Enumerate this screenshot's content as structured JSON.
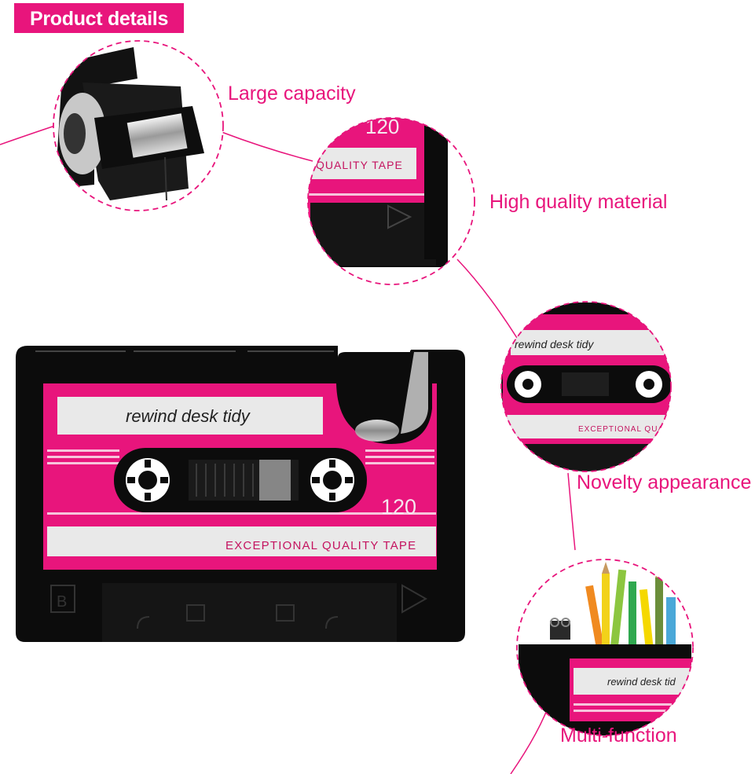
{
  "header": {
    "title": "Product details"
  },
  "features": [
    {
      "label": "Large capacity"
    },
    {
      "label": "High quality material"
    },
    {
      "label": "Novelty appearance"
    },
    {
      "label": "Multi-function"
    }
  ],
  "product": {
    "name_label": "rewind desk tidy",
    "tape_number": "120",
    "tape_text": "EXCEPTIONAL QUALITY TAPE",
    "side_mark": "B"
  },
  "zoom_views": {
    "capacity": {
      "icon": "tape-roll-closeup"
    },
    "material": {
      "tape_number": "120",
      "tape_text": "QUALITY TAPE"
    },
    "appearance": {
      "name_label": "rewind desk tidy",
      "tape_text": "EXCEPTIONAL QUA"
    },
    "function": {
      "name_label": "rewind desk tid"
    }
  },
  "colors": {
    "accent": "#e8157c",
    "body": "#111111",
    "label": "#e9e9e9"
  }
}
